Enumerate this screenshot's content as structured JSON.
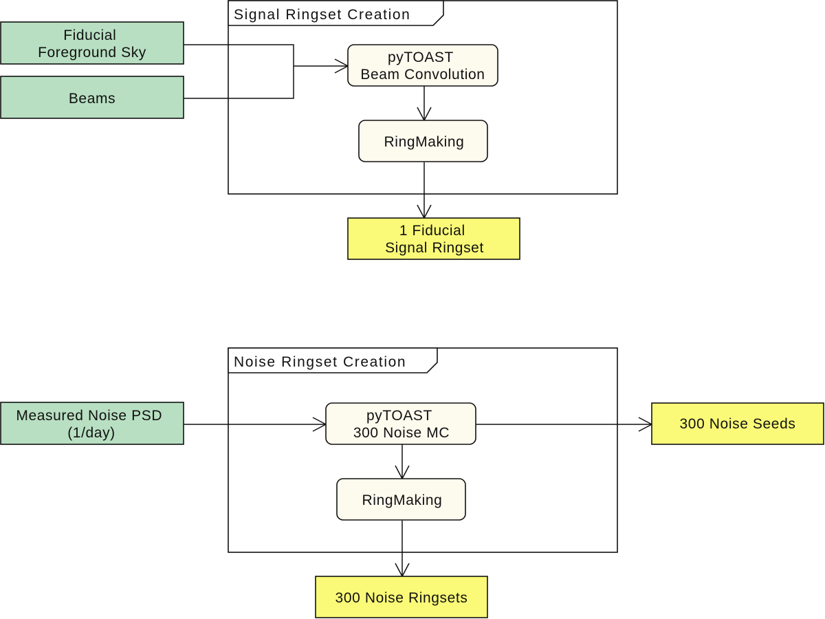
{
  "signal_frame": {
    "title": "Signal Ringset Creation"
  },
  "noise_frame": {
    "title": "Noise Ringset Creation"
  },
  "inputs": {
    "fiducial_sky": {
      "lines": [
        "Fiducial",
        "Foreground Sky"
      ]
    },
    "beams": {
      "lines": [
        "Beams"
      ]
    },
    "noise_psd": {
      "lines": [
        "Measured Noise PSD",
        "(1/day)"
      ]
    }
  },
  "processes": {
    "beam_convolution": {
      "lines": [
        "pyTOAST",
        "Beam Convolution"
      ]
    },
    "signal_ringmaking": {
      "lines": [
        "RingMaking"
      ]
    },
    "noise_mc": {
      "lines": [
        "pyTOAST",
        "300 Noise MC"
      ]
    },
    "noise_ringmaking": {
      "lines": [
        "RingMaking"
      ]
    }
  },
  "outputs": {
    "signal_ringset": {
      "lines": [
        "1 Fiducial",
        "Signal Ringset"
      ]
    },
    "noise_seeds": {
      "lines": [
        "300 Noise Seeds"
      ]
    },
    "noise_ringsets": {
      "lines": [
        "300 Noise Ringsets"
      ]
    }
  },
  "colors": {
    "input_fill": "#b8dfc2",
    "process_fill": "#fdfaee",
    "output_fill": "#fafa78",
    "stroke": "#111111"
  }
}
